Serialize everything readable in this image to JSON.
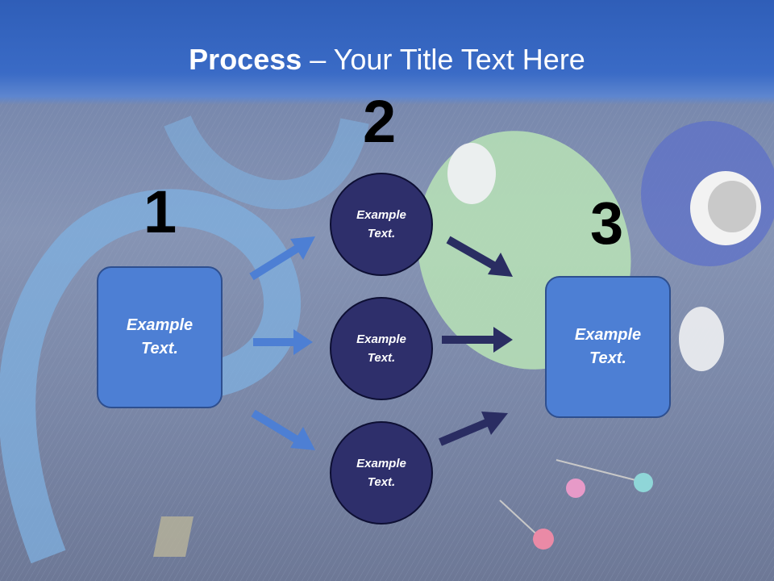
{
  "title": {
    "bold": "Process",
    "dash": " – ",
    "rest": "Your Title Text Here"
  },
  "steps": [
    {
      "number": "1"
    },
    {
      "number": "2"
    },
    {
      "number": "3"
    }
  ],
  "left_box": {
    "line1": "Example",
    "line2": "Text."
  },
  "circles": [
    {
      "line1": "Example",
      "line2": "Text."
    },
    {
      "line1": "Example",
      "line2": "Text."
    },
    {
      "line1": "Example",
      "line2": "Text."
    }
  ],
  "right_box": {
    "line1": "Example",
    "line2": "Text."
  },
  "colors": {
    "header": "#3a6bc6",
    "box_fill": "#4d7fd4",
    "circle_fill": "#2e2f6b",
    "arrow_light": "#4d7fd4",
    "arrow_dark": "#2a2d62"
  }
}
